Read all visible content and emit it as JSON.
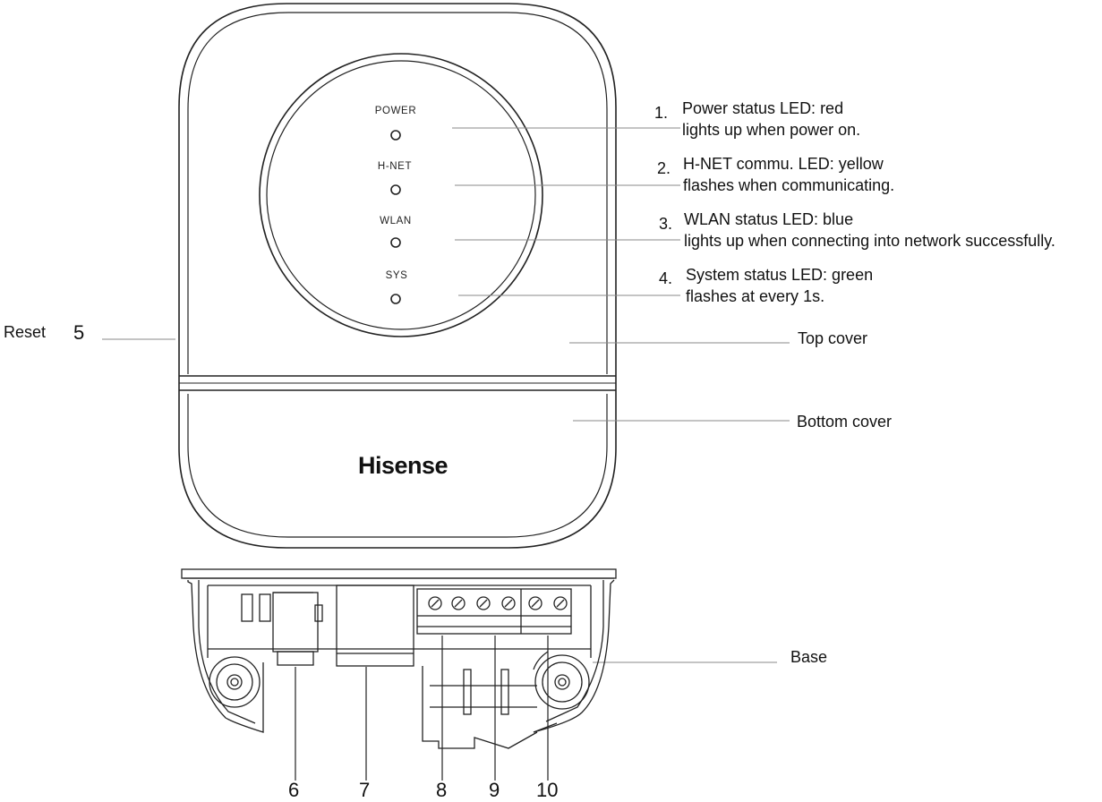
{
  "device": {
    "brand": "Hisense",
    "leds": [
      {
        "label": "POWER"
      },
      {
        "label": "H-NET"
      },
      {
        "label": "WLAN"
      },
      {
        "label": "SYS"
      }
    ]
  },
  "callouts": [
    {
      "number": "1.",
      "line1": "Power status LED: red",
      "line2": "lights up when power on."
    },
    {
      "number": "2.",
      "line1": "H-NET commu. LED: yellow",
      "line2": "flashes when communicating."
    },
    {
      "number": "3.",
      "line1": "WLAN status LED: blue",
      "line2": "lights up when connecting into network successfully."
    },
    {
      "number": "4.",
      "line1": "System status LED: green",
      "line2": "flashes at every 1s."
    }
  ],
  "parts": {
    "reset_label": "Reset",
    "reset_number": "5",
    "top_cover": "Top cover",
    "bottom_cover": "Bottom cover",
    "base": "Base"
  },
  "bottom_numbers": [
    "6",
    "7",
    "8",
    "9",
    "10"
  ]
}
